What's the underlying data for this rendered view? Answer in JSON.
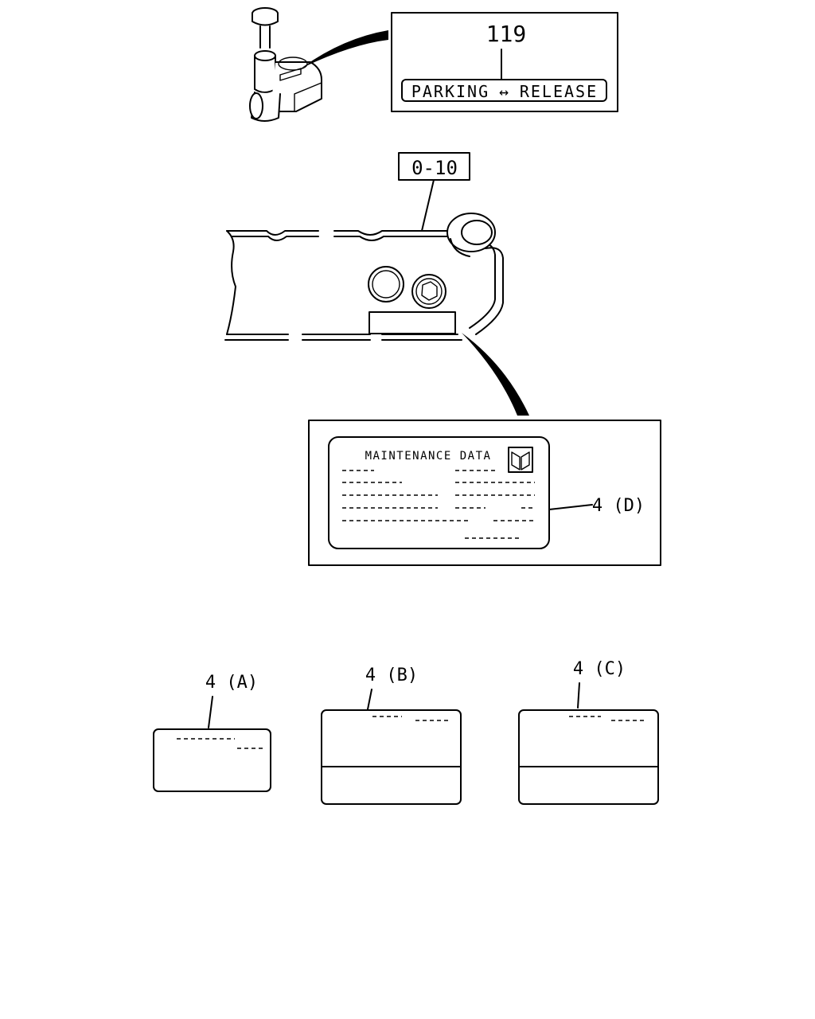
{
  "callouts": {
    "parking_valve": "119",
    "grease_fitting": "0-10",
    "label_a": "4 (A)",
    "label_b": "4 (B)",
    "label_c": "4 (C)",
    "label_d": "4 (D)"
  },
  "parking_label": {
    "left": "PARKING",
    "arrow": "↔",
    "right": "RELEASE"
  },
  "maintenance_plate": {
    "title": "MAINTENANCE DATA",
    "icon": "book-icon"
  },
  "colors": {
    "line": "#000000",
    "background": "#ffffff"
  }
}
